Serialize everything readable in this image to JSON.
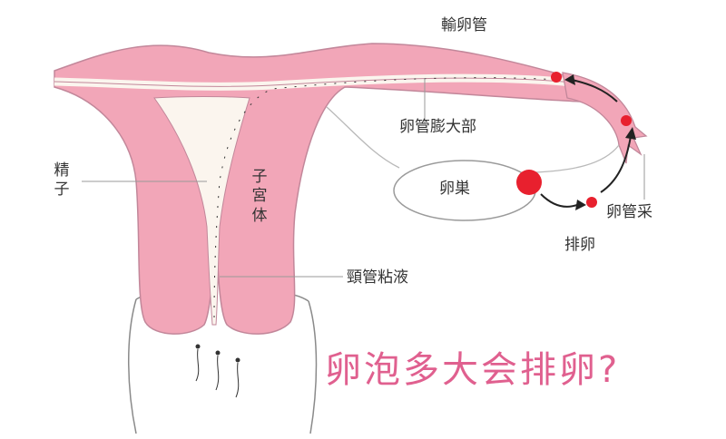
{
  "labels": {
    "fallopian_tube": "輸卵管",
    "ampulla": "卵管膨大部",
    "sperm": "精\n子",
    "uterus_body": "子\n宮\n体",
    "ovary": "卵巣",
    "fimbria": "卵管采",
    "ovulation": "排卵",
    "cervical_mucus": "頸管粘液"
  },
  "headline": "卵泡多大会排卵?",
  "colors": {
    "uterus_fill": "#f2a6b8",
    "uterus_inner": "#e88aa2",
    "outline": "#c2879a",
    "egg": "#e8202e",
    "headline": "#e0608f",
    "cavity": "#fbf5ee"
  }
}
